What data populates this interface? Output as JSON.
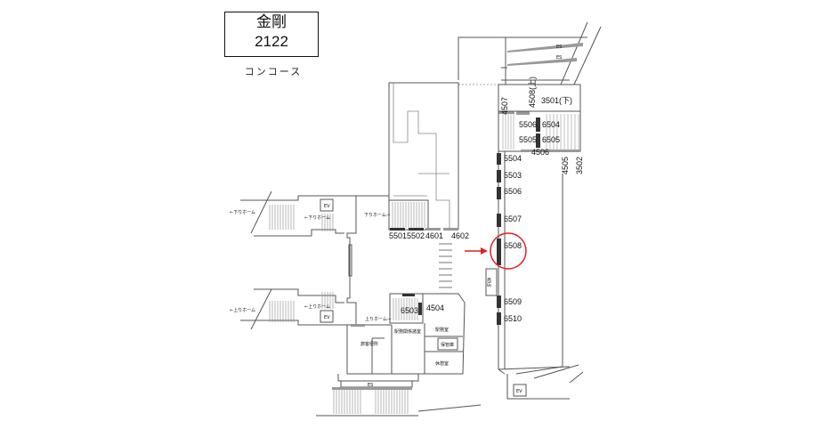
{
  "station": {
    "name": "金剛",
    "code": "2122",
    "floor": "コンコース"
  },
  "colors": {
    "highlight": "#e02020",
    "ad_panel": "#333333"
  },
  "ad_labels": {
    "a5501": "5501",
    "a5502": "5502",
    "a4601": "4601",
    "a4602": "4602",
    "a6503": "6503",
    "a4504": "4504",
    "a5504": "5504",
    "a5503": "5503",
    "a6506": "6506",
    "a6507": "6507",
    "a6508": "6508",
    "a6509": "6509",
    "a6510": "6510",
    "a4507": "4507",
    "a4508": "4508(上)",
    "a3501": "3501(下)",
    "a5506": "5506",
    "a6504": "6504",
    "a5505": "5505",
    "a6505": "6505",
    "a4506": "4506",
    "a4505": "4505",
    "a3502": "3502"
  },
  "highlighted_ad": "6508",
  "rooms": {
    "ev": "EV",
    "es": "ES",
    "down_platform_left": "←下りホーム",
    "down_platform_right": "下りホーム→",
    "up_platform_left": "←上りホーム",
    "up_platform_right": "上りホーム→",
    "station_rooms": "駅務関係諸室",
    "toilet": "旅客便所",
    "office": "駅務室",
    "storage": "保管庫",
    "rest": "休憩室",
    "shop": "売店"
  }
}
